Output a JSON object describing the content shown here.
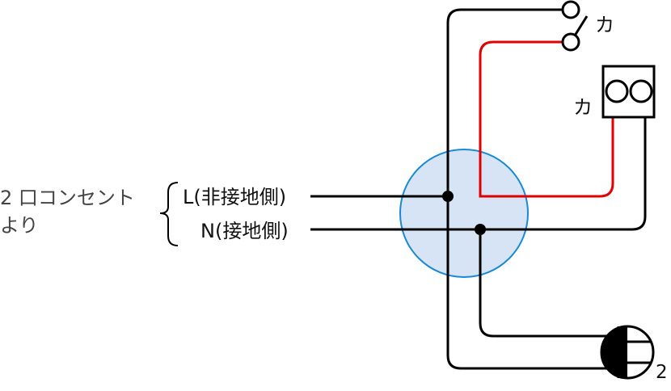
{
  "source": {
    "line1": "2 口コンセント",
    "line2": "より"
  },
  "wires": {
    "live_label": "L(非接地側)",
    "neutral_label": "N(接地側)"
  },
  "switch": {
    "symbol_label": "カ"
  },
  "lamp": {
    "symbol_label": "カ"
  },
  "outlet": {
    "count_label": "2"
  },
  "colors": {
    "wire_black": "#000000",
    "wire_red": "#e00000",
    "junction_fill": "#d6e4f5",
    "junction_stroke": "#1a8ad4",
    "source_text": "#444444"
  }
}
